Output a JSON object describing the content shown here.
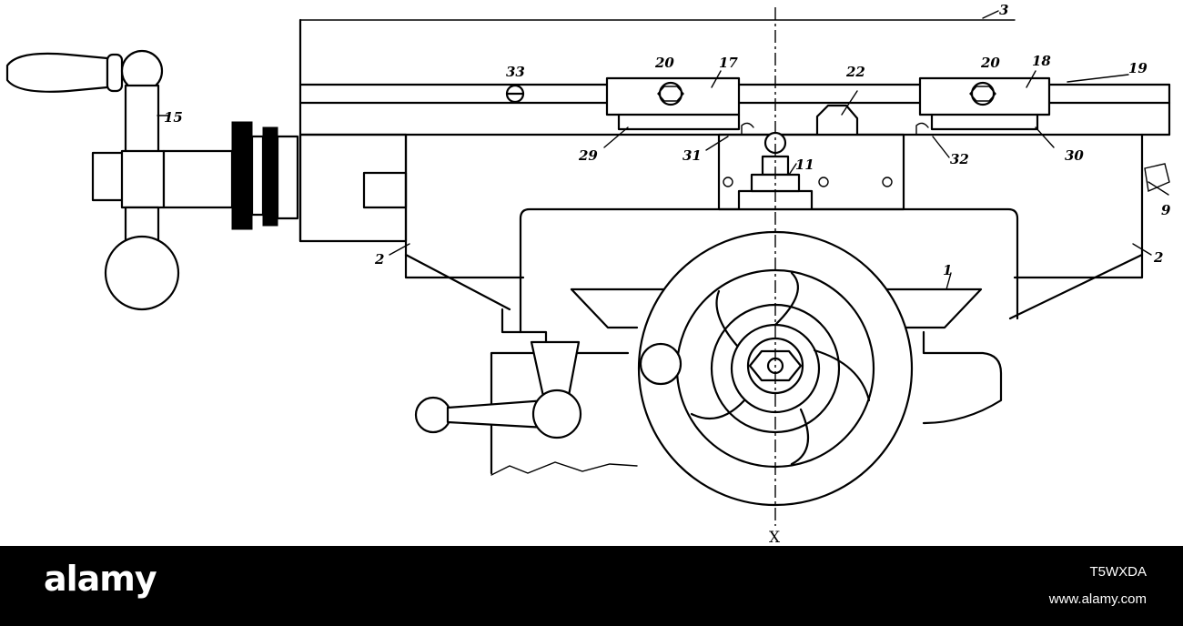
{
  "diagram": {
    "labels": {
      "n1": "1",
      "n2_left": "2",
      "n2_right": "2",
      "n3": "3",
      "n9": "9",
      "n11": "11",
      "n15": "15",
      "n17": "17",
      "n18": "18",
      "n19": "19",
      "n20_left": "20",
      "n20_right": "20",
      "n22": "22",
      "n29": "29",
      "n30": "30",
      "n31": "31",
      "n32": "32",
      "n33": "33",
      "x_axis": "X"
    }
  },
  "footer": {
    "brand": "alamy",
    "image_id": "T5WXDA",
    "site": "www.alamy.com"
  },
  "colors": {
    "background": "#ffffff",
    "line": "#000000",
    "footer": "#000000",
    "footer_text": "#ffffff"
  }
}
